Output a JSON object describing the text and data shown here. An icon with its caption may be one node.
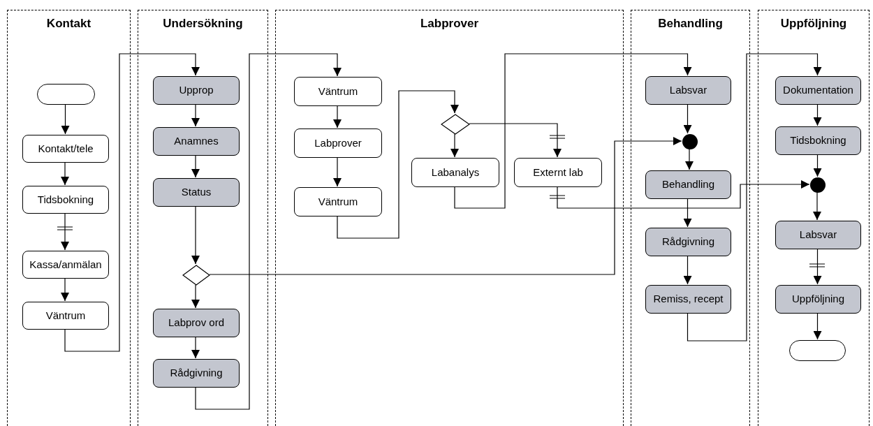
{
  "diagram": {
    "nodes": [
      {
        "text": [
          "Kontakt"
        ]
      },
      {
        "text": [],
        "shape": "terminal",
        "in": 0
      },
      {
        "text": [
          "Kontakt/tele"
        ],
        "in": 0
      },
      {
        "text": [
          "Tidsbokning"
        ],
        "in": 0
      },
      {
        "text": [
          "Kassa/anmälan"
        ],
        "in": 0
      },
      {
        "text": [
          "Väntrum"
        ],
        "in": 0
      },
      {
        "text": [
          "Undersökning"
        ]
      },
      {
        "text": [
          "Upprop"
        ],
        "in": 6
      },
      {
        "text": [
          "Anamnes"
        ],
        "in": 6
      },
      {
        "text": [
          "Status"
        ],
        "in": 6
      },
      {
        "text": [],
        "shape": "diamond",
        "in": 6
      },
      {
        "text": [
          "Labprov ord"
        ],
        "in": 6
      },
      {
        "text": [
          "Rådgivning"
        ],
        "in": 6
      },
      {
        "text": [
          "Labprover"
        ]
      },
      {
        "text": [
          "Väntrum"
        ],
        "in": 13
      },
      {
        "text": [
          "Labprover"
        ],
        "in": 13
      },
      {
        "text": [
          "Väntrum"
        ],
        "in": 13
      },
      {
        "text": [],
        "shape": "diamond",
        "in": 13
      },
      {
        "text": [
          "Labanalys"
        ],
        "in": 13
      },
      {
        "text": [
          "Externt lab"
        ],
        "in": 13
      },
      {
        "text": [
          "Behandling"
        ]
      },
      {
        "text": [
          "Labsvar"
        ],
        "in": 20
      },
      {
        "text": [],
        "shape": "circle",
        "in": 20
      },
      {
        "text": [
          "Behandling"
        ],
        "in": 20
      },
      {
        "text": [
          "Rådgivning"
        ],
        "in": 20
      },
      {
        "text": [
          "Remiss, recept"
        ],
        "in": 20
      },
      {
        "text": [
          "Uppföljning"
        ]
      },
      {
        "text": [
          "Dokumentation"
        ],
        "in": 26
      },
      {
        "text": [
          "Tidsbokning"
        ],
        "in": 26
      },
      {
        "text": [],
        "shape": "circle",
        "in": 26
      },
      {
        "text": [
          "Labsvar"
        ],
        "in": 26
      },
      {
        "text": [
          "Uppföljning"
        ],
        "in": 26
      },
      {
        "text": [],
        "shape": "terminal",
        "in": 26
      }
    ],
    "edges": [
      {
        "from": 1,
        "to": 2,
        "arrow": "to"
      },
      {
        "from": 2,
        "to": 3,
        "arrow": "to"
      },
      {
        "from": 3,
        "to": 4,
        "arrow": "to"
      },
      {
        "from": 4,
        "to": 5,
        "arrow": "to"
      },
      {
        "from": 5,
        "to": 7,
        "arrow": "to"
      },
      {
        "from": 7,
        "to": 8,
        "arrow": "to"
      },
      {
        "from": 8,
        "to": 9,
        "arrow": "to"
      },
      {
        "from": 9,
        "to": 10,
        "arrow": "to"
      },
      {
        "from": 10,
        "to": 11,
        "arrow": "to"
      },
      {
        "from": 11,
        "to": 12,
        "arrow": "to"
      },
      {
        "from": 10,
        "to": 22,
        "arrow": "to"
      },
      {
        "from": 12,
        "to": 14,
        "arrow": "to"
      },
      {
        "from": 14,
        "to": 15,
        "arrow": "to"
      },
      {
        "from": 15,
        "to": 16,
        "arrow": "to"
      },
      {
        "from": 16,
        "to": 17,
        "arrow": "to"
      },
      {
        "from": 17,
        "to": 18,
        "arrow": "to"
      },
      {
        "from": 17,
        "to": 19,
        "arrow": "to"
      },
      {
        "from": 18,
        "to": 21,
        "arrow": "to"
      },
      {
        "from": 19,
        "to": 29,
        "arrow": "to"
      },
      {
        "from": 21,
        "to": 22,
        "arrow": "to"
      },
      {
        "from": 22,
        "to": 23,
        "arrow": "to"
      },
      {
        "from": 23,
        "to": 24,
        "arrow": "to"
      },
      {
        "from": 24,
        "to": 25,
        "arrow": "to"
      },
      {
        "from": 25,
        "to": 27,
        "arrow": "to"
      },
      {
        "from": 27,
        "to": 28,
        "arrow": "to"
      },
      {
        "from": 28,
        "to": 29,
        "arrow": "to"
      },
      {
        "from": 29,
        "to": 30,
        "arrow": "to"
      },
      {
        "from": 30,
        "to": 31,
        "arrow": "to"
      },
      {
        "from": 31,
        "to": 32,
        "arrow": "to"
      }
    ]
  }
}
